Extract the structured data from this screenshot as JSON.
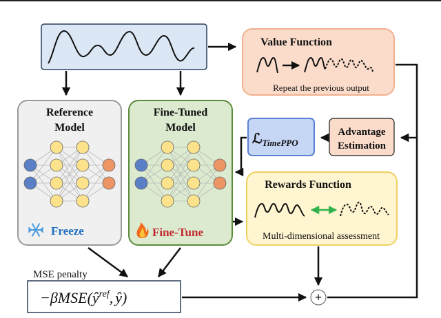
{
  "value_function": {
    "title": "Value Function",
    "caption": "Repeat the previous output"
  },
  "reference_model": {
    "title_line1": "Reference",
    "title_line2": "Model",
    "status_label": "Freeze",
    "status_icon": "snowflake-icon"
  },
  "fine_tuned_model": {
    "title_line1": "Fine-Tuned",
    "title_line2": "Model",
    "status_label": "Fine-Tune",
    "status_icon": "flame-icon"
  },
  "loss": {
    "symbol": "ℒ",
    "subscript": "TimePPO"
  },
  "advantage": {
    "line1": "Advantage",
    "line2": "Estimation"
  },
  "rewards_function": {
    "title": "Rewards Function",
    "caption": "Multi-dimensional assessment"
  },
  "mse": {
    "label": "MSE penalty",
    "formula_prefix": "−βMSE(",
    "y_ref": "ŷ",
    "y_ref_sup": "ref",
    "comma": ",",
    "y_hat": "ŷ",
    "formula_suffix": ")"
  },
  "sum_symbol": "+",
  "colors": {
    "series_box_fill": "#dbe7f5",
    "series_box_stroke": "#2b3f5c",
    "value_box_fill": "#fbdccb",
    "value_box_stroke": "#f0b08f",
    "ref_box_fill": "#f0f0f0",
    "ref_box_stroke": "#9a9a9a",
    "ft_box_fill": "#dcebd0",
    "ft_box_stroke": "#5a8a3c",
    "loss_box_fill": "#c6d6f5",
    "loss_box_stroke": "#5b7fd4",
    "adv_box_fill": "#fbdccb",
    "adv_box_stroke": "#1a1a1a",
    "reward_box_fill": "#fff5d0",
    "reward_box_stroke": "#f0d060",
    "node_blue": "#5b7fc7",
    "node_yellow": "#fce28a",
    "node_orange": "#ee9565",
    "freeze_text": "#1e6fbf",
    "finetune_text": "#c0282d",
    "green_arrow": "#2fb34a"
  }
}
